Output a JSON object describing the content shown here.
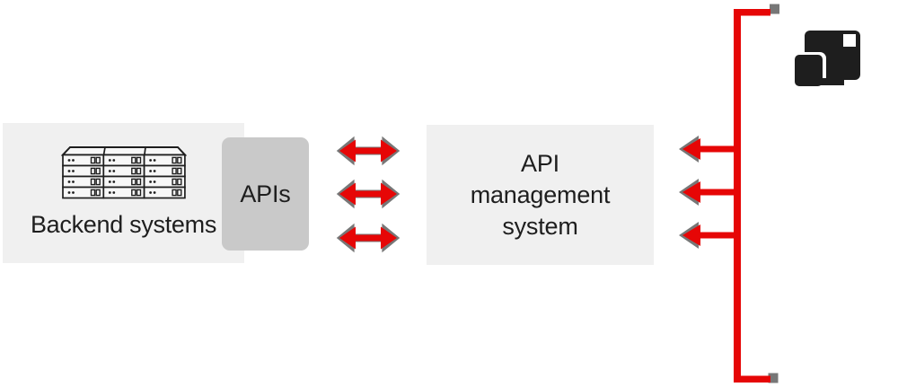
{
  "diagram": {
    "backend": {
      "label": "Backend systems",
      "icon": "server-rack"
    },
    "apis": {
      "label": "APIs"
    },
    "api_management": {
      "label": "API\nmanagement\nsystem"
    },
    "flow": {
      "left_connection": "three bidirectional arrows between APIs and API management system",
      "right_connection": "bracket with three arrows pointing left into API management system",
      "double_arrow_count": 3,
      "right_arrow_count": 3
    },
    "right_side": {
      "icon": "applications"
    },
    "colors": {
      "red": "#e60606",
      "light_box": "#f0f0f0",
      "gray_box": "#c9c9c9",
      "dark": "#1e1e1e",
      "shadow": "#4a4a4a",
      "background": "#ffffff"
    }
  }
}
